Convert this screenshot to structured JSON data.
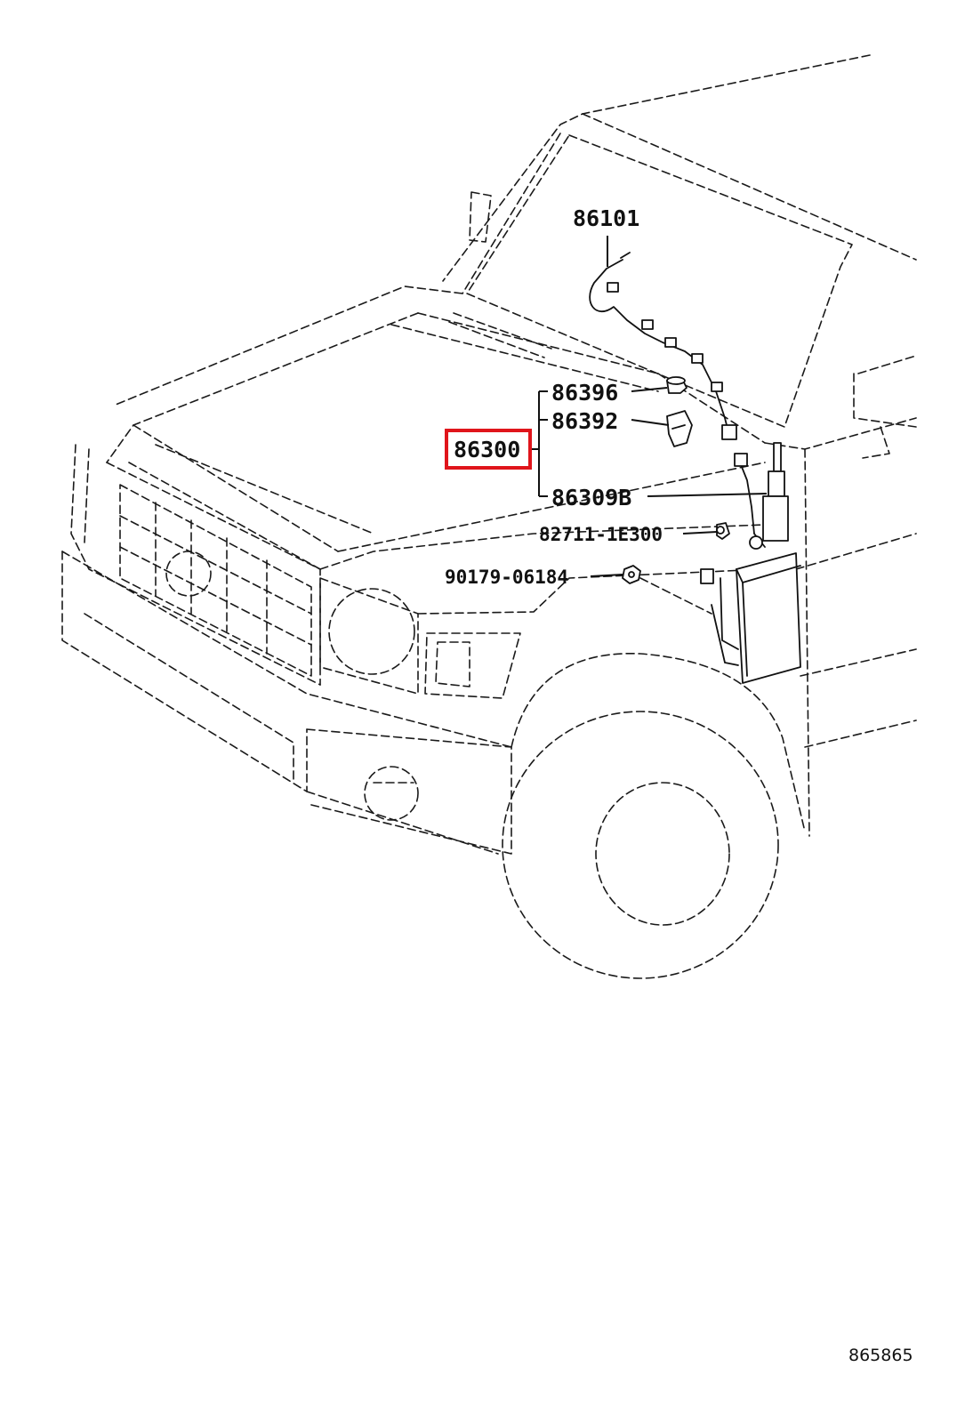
{
  "callouts": {
    "antenna_cord": "86101",
    "antenna_assembly": "86300",
    "cap": "86396",
    "holder": "86392",
    "pole": "86309B",
    "bracket_clamp": "82711-1E300",
    "nut": "90179-06184"
  },
  "diagram_id": "865865",
  "highlighted_part": "86300",
  "colors": {
    "linework": "#111111",
    "highlight": "#e0151b",
    "background": "#ffffff"
  }
}
